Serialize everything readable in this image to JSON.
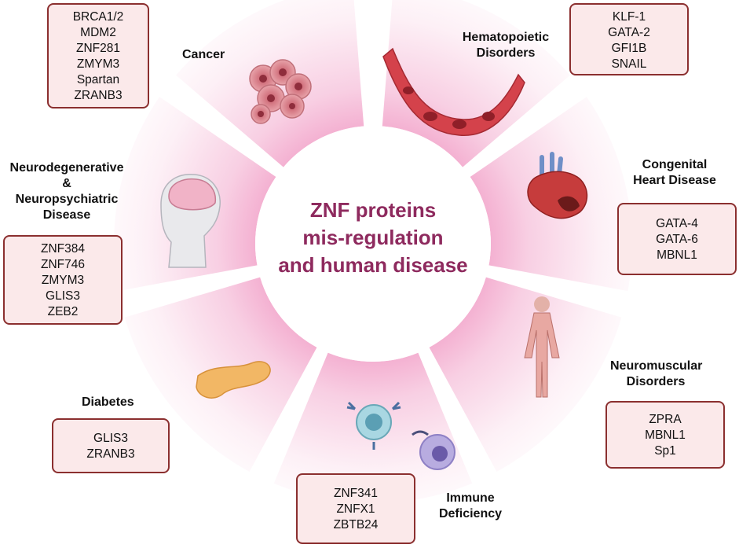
{
  "title_lines": [
    "ZNF proteins",
    "mis-regulation",
    "and human disease"
  ],
  "colors": {
    "title": "#8e2a5e",
    "box_fill": "#fbe9ea",
    "box_border": "#8b2f2f",
    "wheel_pink": "#f5bcd8"
  },
  "diseases": {
    "cancer": {
      "label": [
        "Cancer"
      ],
      "genes": [
        "BRCA1/2",
        "MDM2",
        "ZNF281",
        "ZMYM3",
        "Spartan",
        "ZRANB3"
      ],
      "icon": "tumor-cells-icon"
    },
    "hematopoietic": {
      "label": [
        "Hematopoietic",
        "Disorders"
      ],
      "genes": [
        "KLF-1",
        "GATA-2",
        "GFI1B",
        "SNAIL"
      ],
      "icon": "blood-vessel-icon"
    },
    "congenital_heart": {
      "label": [
        "Congenital",
        "Heart Disease"
      ],
      "genes": [
        "GATA-4",
        "GATA-6",
        "MBNL1"
      ],
      "icon": "heart-icon"
    },
    "neuromuscular": {
      "label": [
        "Neuromuscular",
        "Disorders"
      ],
      "genes": [
        "ZPRA",
        "MBNL1",
        "Sp1"
      ],
      "icon": "muscular-body-icon"
    },
    "immune": {
      "label": [
        "Immune",
        "Deficiency"
      ],
      "genes": [
        "ZNF341",
        "ZNFX1",
        "ZBTB24"
      ],
      "icon": "immune-cells-icon"
    },
    "diabetes": {
      "label": [
        "Diabetes"
      ],
      "genes": [
        "GLIS3",
        "ZRANB3"
      ],
      "icon": "pancreas-icon"
    },
    "neuro": {
      "label": [
        "Neurodegenerative",
        "&",
        "Neuropsychiatric",
        "Disease"
      ],
      "genes": [
        "ZNF384",
        "ZNF746",
        "ZMYM3",
        "GLIS3",
        "ZEB2"
      ],
      "icon": "brain-head-icon"
    }
  }
}
